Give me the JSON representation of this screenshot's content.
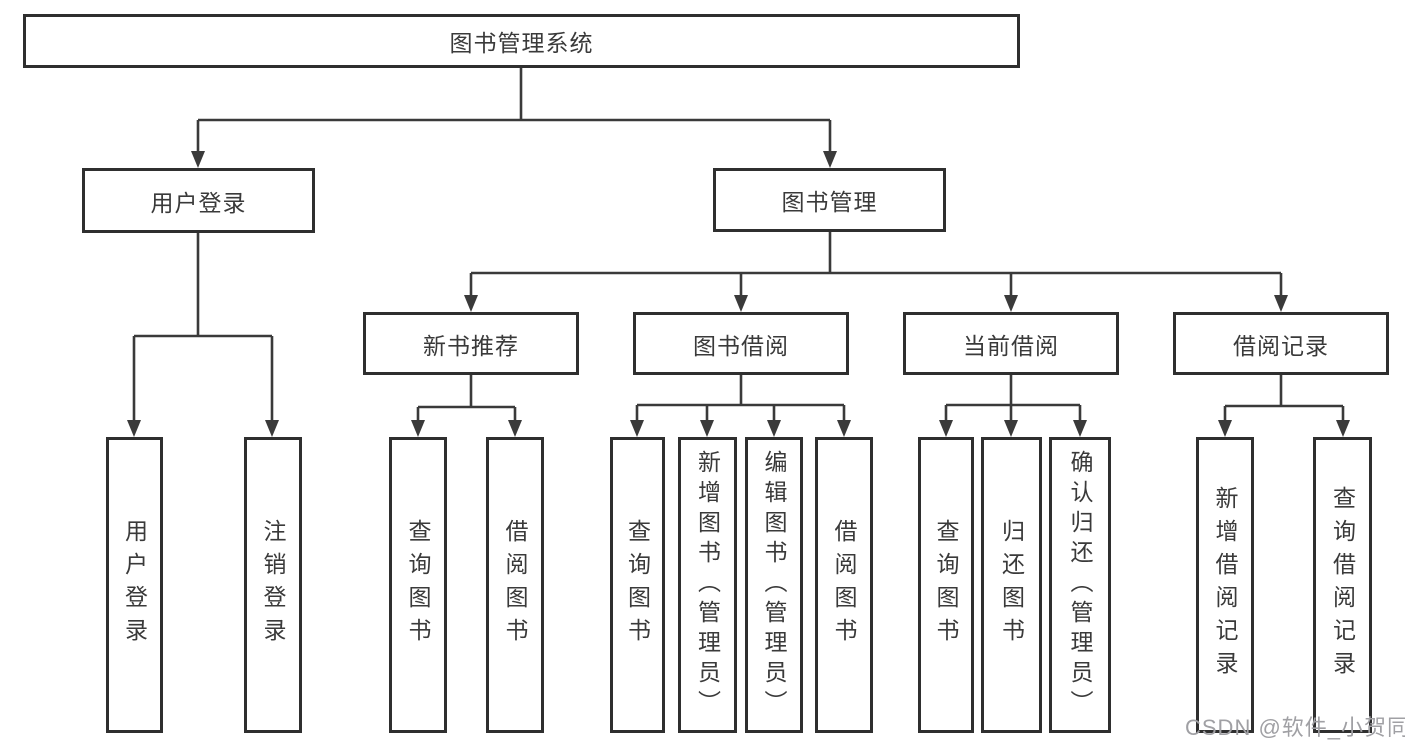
{
  "diagram": {
    "root": {
      "label": "图书管理系统"
    },
    "branches": [
      {
        "label": "用户登录",
        "children": [
          {
            "label": "用户登录"
          },
          {
            "label": "注销登录"
          }
        ]
      },
      {
        "label": "图书管理",
        "children": [
          {
            "label": "新书推荐",
            "children": [
              {
                "label": "查询图书"
              },
              {
                "label": "借阅图书"
              }
            ]
          },
          {
            "label": "图书借阅",
            "children": [
              {
                "label": "查询图书"
              },
              {
                "label": "新增图书（管理员）"
              },
              {
                "label": "编辑图书（管理员）"
              },
              {
                "label": "借阅图书"
              }
            ]
          },
          {
            "label": "当前借阅",
            "children": [
              {
                "label": "查询图书"
              },
              {
                "label": "归还图书"
              },
              {
                "label": "确认归还（管理员）"
              }
            ]
          },
          {
            "label": "借阅记录",
            "children": [
              {
                "label": "新增借阅记录"
              },
              {
                "label": "查询借阅记录"
              }
            ]
          }
        ]
      }
    ],
    "watermark": "CSDN @软件_小贺同学",
    "colors": {
      "line": "#3a3a3a",
      "box_border": "#2f2f2f",
      "text": "#3a3a3a",
      "watermark": "#a0a0a4",
      "background": "#ffffff"
    }
  }
}
